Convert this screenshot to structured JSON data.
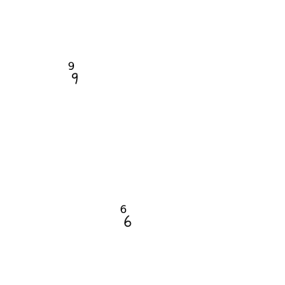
{
  "digits": [
    {
      "id": "nine",
      "text": "9"
    },
    {
      "id": "six",
      "text": "6"
    }
  ],
  "colors": {
    "background": "#ffffff",
    "ink": "#111111"
  }
}
